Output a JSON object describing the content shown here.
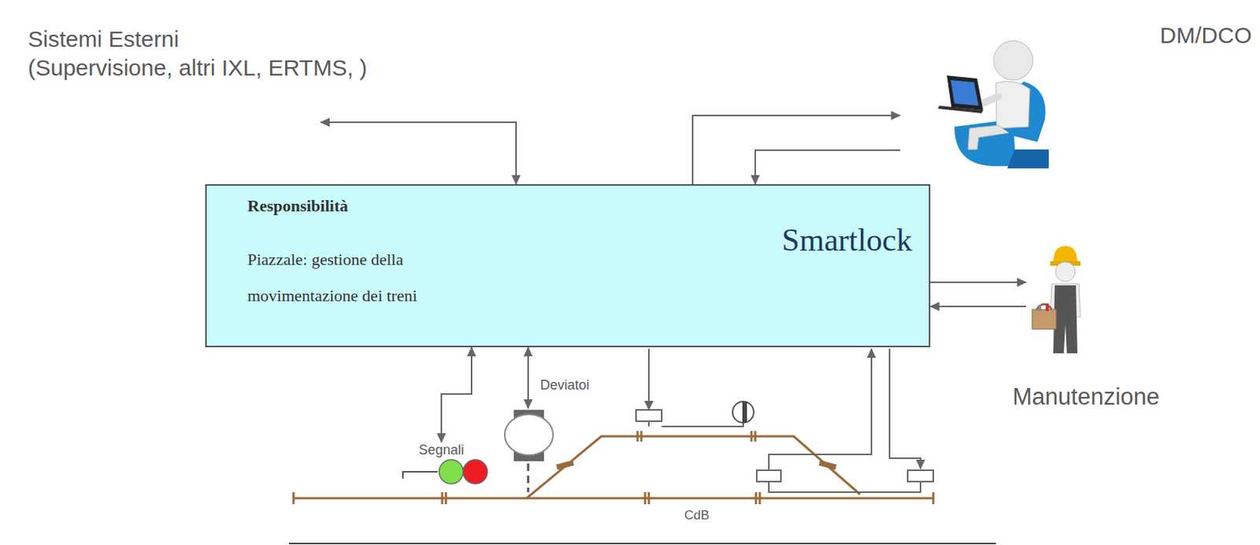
{
  "diagram": {
    "nodes": [
      {
        "text": [
          "Responsibilità",
          "Piazzale: gestione della movimentazione dei treni",
          "Smartlock"
        ]
      },
      {
        "text": [
          "Sistemi Esterni",
          "(Supervisione, altri IXL, ERTMS, )"
        ]
      },
      {
        "text": [
          "DM/DCO"
        ]
      },
      {
        "text": [
          "Manutenzione"
        ]
      },
      {
        "text": [
          "Segnali"
        ]
      },
      {
        "text": [
          "Deviatoi"
        ]
      }
    ],
    "edges": [
      {
        "from": 0,
        "to": 1,
        "arrow": "both"
      },
      {
        "from": 0,
        "to": 2,
        "arrow": "to"
      },
      {
        "from": 2,
        "to": 0,
        "arrow": "to"
      },
      {
        "from": 0,
        "to": 3,
        "arrow": "to"
      },
      {
        "from": 3,
        "to": 0,
        "arrow": "to"
      },
      {
        "from": 0,
        "to": 4,
        "arrow": "both"
      },
      {
        "from": 0,
        "to": 5,
        "arrow": "both"
      }
    ],
    "labels": [
      "CdB"
    ]
  }
}
